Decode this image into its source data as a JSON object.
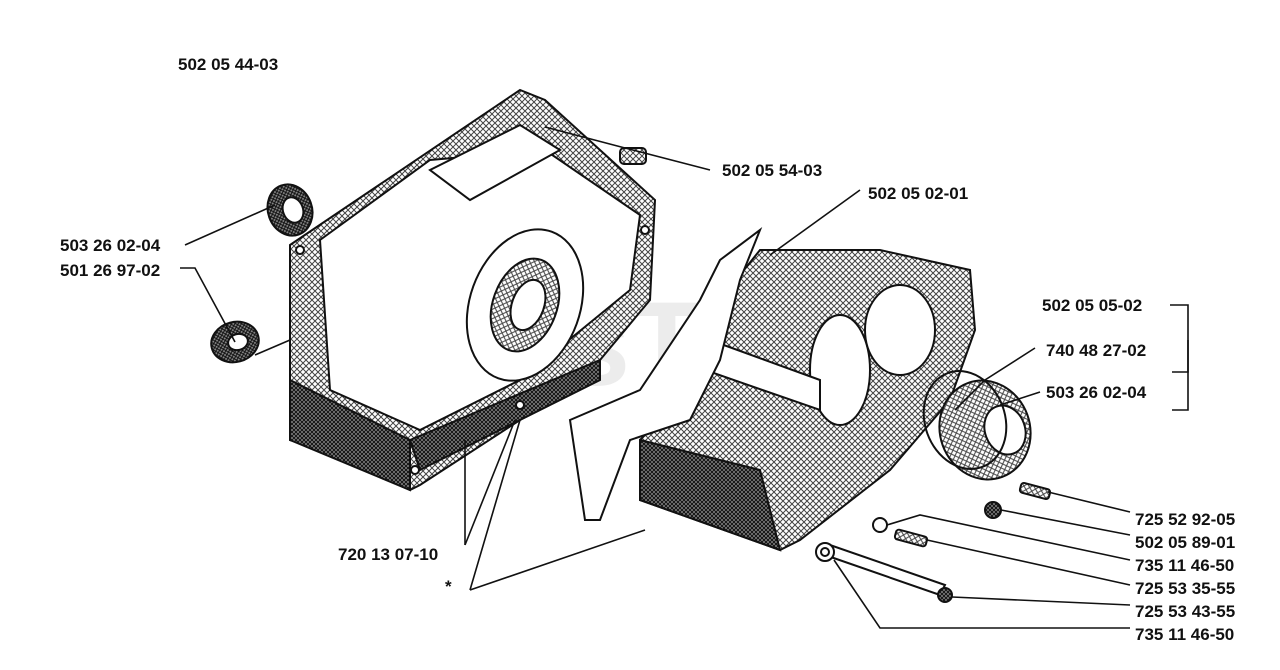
{
  "diagram": {
    "assembly_label": "502 05 44-03",
    "parts": {
      "p_502055403": "502 05 54-03",
      "p_502050201": "502 05 02-01",
      "p_503260204_a": "503 26 02-04",
      "p_501269702": "501 26 97-02",
      "p_502050502": "502 05 05-02",
      "p_740482702": "740 48 27-02",
      "p_503260204_b": "503 26 02-04",
      "p_720130710": "720 13 07-10",
      "p_asterisk": "*",
      "p_725529205": "725 52 92-05",
      "p_502058901": "502 05 89-01",
      "p_735114650_a": "735 11 46-50",
      "p_725533555": "725 53 35-55",
      "p_725534355": "725 53 43-55",
      "p_735114650_b": "735 11 46-50"
    },
    "watermark": "PartsTree"
  },
  "colors": {
    "ink": "#111111",
    "paper": "#ffffff",
    "hatch": "#555555"
  }
}
